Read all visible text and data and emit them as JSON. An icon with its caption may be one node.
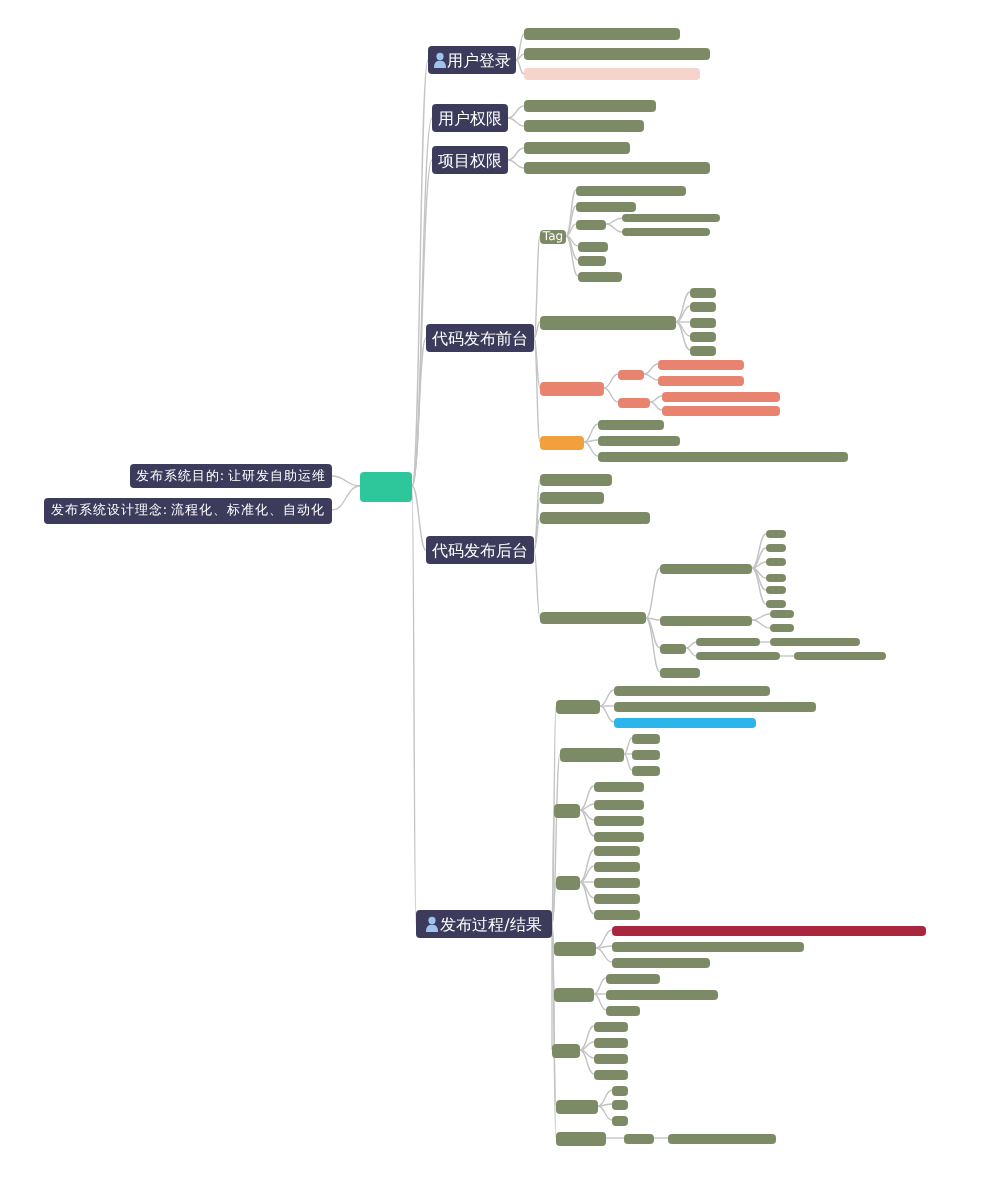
{
  "diagram": {
    "nodes": [
      {
        "text": [],
        "shape": "box"
      },
      {
        "text": [
          "发布系统目的: 让研发自助运维"
        ]
      },
      {
        "text": [
          "发布系统设计理念: 流程化、标准化、自动化"
        ]
      },
      {
        "text": [
          "用户登录"
        ]
      },
      {
        "text": [],
        "shape": "box"
      },
      {
        "text": [],
        "shape": "box"
      },
      {
        "text": [],
        "shape": "box"
      },
      {
        "text": [
          "用户权限"
        ]
      },
      {
        "text": [],
        "shape": "box"
      },
      {
        "text": [],
        "shape": "box"
      },
      {
        "text": [
          "项目权限"
        ]
      },
      {
        "text": [],
        "shape": "box"
      },
      {
        "text": [],
        "shape": "box"
      },
      {
        "text": [
          "代码发布前台"
        ]
      },
      {
        "text": [
          "Tag"
        ]
      },
      {
        "text": [],
        "shape": "box"
      },
      {
        "text": [],
        "shape": "box"
      },
      {
        "text": [],
        "shape": "box"
      },
      {
        "text": [],
        "shape": "box"
      },
      {
        "text": [],
        "shape": "box"
      },
      {
        "text": [],
        "shape": "box"
      },
      {
        "text": [],
        "shape": "box"
      },
      {
        "text": [],
        "shape": "box"
      },
      {
        "text": [],
        "shape": "box"
      },
      {
        "text": [],
        "shape": "box"
      },
      {
        "text": [],
        "shape": "box"
      },
      {
        "text": [],
        "shape": "box"
      },
      {
        "text": [],
        "shape": "box"
      },
      {
        "text": [],
        "shape": "box"
      },
      {
        "text": [],
        "shape": "box"
      },
      {
        "text": [],
        "shape": "box"
      },
      {
        "text": [],
        "shape": "box"
      },
      {
        "text": [],
        "shape": "box"
      },
      {
        "text": [],
        "shape": "box"
      },
      {
        "text": [],
        "shape": "box"
      },
      {
        "text": [],
        "shape": "box"
      },
      {
        "text": [],
        "shape": "box"
      },
      {
        "text": [],
        "shape": "box"
      },
      {
        "text": [],
        "shape": "box"
      },
      {
        "text": [],
        "shape": "box"
      },
      {
        "text": [
          "代码发布后台"
        ]
      },
      {
        "text": [],
        "shape": "box"
      },
      {
        "text": [],
        "shape": "box"
      },
      {
        "text": [],
        "shape": "box"
      },
      {
        "text": [],
        "shape": "box"
      },
      {
        "text": [],
        "shape": "box"
      },
      {
        "text": [],
        "shape": "box"
      },
      {
        "text": [],
        "shape": "box"
      },
      {
        "text": [],
        "shape": "box"
      },
      {
        "text": [],
        "shape": "box"
      },
      {
        "text": [],
        "shape": "box"
      },
      {
        "text": [],
        "shape": "box"
      },
      {
        "text": [],
        "shape": "box"
      },
      {
        "text": [],
        "shape": "box"
      },
      {
        "text": [],
        "shape": "box"
      },
      {
        "text": [],
        "shape": "box"
      },
      {
        "text": [],
        "shape": "box"
      },
      {
        "text": [],
        "shape": "box"
      },
      {
        "text": [],
        "shape": "box"
      },
      {
        "text": [],
        "shape": "box"
      },
      {
        "text": [],
        "shape": "box"
      },
      {
        "text": [
          "发布过程/结果"
        ]
      },
      {
        "text": [],
        "shape": "box"
      },
      {
        "text": [],
        "shape": "box"
      },
      {
        "text": [],
        "shape": "box"
      },
      {
        "text": [],
        "shape": "box"
      },
      {
        "text": [],
        "shape": "box"
      },
      {
        "text": [],
        "shape": "box"
      },
      {
        "text": [],
        "shape": "box"
      },
      {
        "text": [],
        "shape": "box"
      },
      {
        "text": [],
        "shape": "box"
      },
      {
        "text": [],
        "shape": "box"
      },
      {
        "text": [],
        "shape": "box"
      },
      {
        "text": [],
        "shape": "box"
      },
      {
        "text": [],
        "shape": "box"
      },
      {
        "text": [],
        "shape": "box"
      },
      {
        "text": [],
        "shape": "box"
      },
      {
        "text": [],
        "shape": "box"
      },
      {
        "text": [],
        "shape": "box"
      },
      {
        "text": [],
        "shape": "box"
      },
      {
        "text": [],
        "shape": "box"
      },
      {
        "text": [],
        "shape": "box"
      },
      {
        "text": [],
        "shape": "box"
      },
      {
        "text": [],
        "shape": "box"
      },
      {
        "text": [],
        "shape": "box"
      },
      {
        "text": [],
        "shape": "box"
      },
      {
        "text": [],
        "shape": "box"
      },
      {
        "text": [],
        "shape": "box"
      },
      {
        "text": [],
        "shape": "box"
      },
      {
        "text": [],
        "shape": "box"
      },
      {
        "text": [],
        "shape": "box"
      },
      {
        "text": [],
        "shape": "box"
      },
      {
        "text": [],
        "shape": "box"
      },
      {
        "text": [],
        "shape": "box"
      },
      {
        "text": [],
        "shape": "box"
      },
      {
        "text": [],
        "shape": "box"
      },
      {
        "text": [],
        "shape": "box"
      },
      {
        "text": [],
        "shape": "box"
      },
      {
        "text": [],
        "shape": "box"
      },
      {
        "text": [],
        "shape": "box"
      },
      {
        "text": [],
        "shape": "box"
      }
    ],
    "edges": [
      {
        "from": 0,
        "to": 1,
        "arrow": "none"
      },
      {
        "from": 0,
        "to": 2,
        "arrow": "none"
      },
      {
        "from": 0,
        "to": 3,
        "arrow": "none"
      },
      {
        "from": 0,
        "to": 7,
        "arrow": "none"
      },
      {
        "from": 0,
        "to": 10,
        "arrow": "none"
      },
      {
        "from": 0,
        "to": 13,
        "arrow": "none"
      },
      {
        "from": 0,
        "to": 40,
        "arrow": "none"
      },
      {
        "from": 0,
        "to": 61,
        "arrow": "none"
      },
      {
        "from": 3,
        "to": 4,
        "arrow": "none"
      },
      {
        "from": 3,
        "to": 5,
        "arrow": "none"
      },
      {
        "from": 3,
        "to": 6,
        "arrow": "none"
      },
      {
        "from": 7,
        "to": 8,
        "arrow": "none"
      },
      {
        "from": 7,
        "to": 9,
        "arrow": "none"
      },
      {
        "from": 10,
        "to": 11,
        "arrow": "none"
      },
      {
        "from": 10,
        "to": 12,
        "arrow": "none"
      },
      {
        "from": 13,
        "to": 14,
        "arrow": "none"
      },
      {
        "from": 13,
        "to": 23,
        "arrow": "none"
      },
      {
        "from": 13,
        "to": 29,
        "arrow": "none"
      },
      {
        "from": 13,
        "to": 36,
        "arrow": "none"
      },
      {
        "from": 14,
        "to": 15,
        "arrow": "none"
      },
      {
        "from": 14,
        "to": 16,
        "arrow": "none"
      },
      {
        "from": 14,
        "to": 17,
        "arrow": "none"
      },
      {
        "from": 14,
        "to": 20,
        "arrow": "none"
      },
      {
        "from": 14,
        "to": 21,
        "arrow": "none"
      },
      {
        "from": 14,
        "to": 22,
        "arrow": "none"
      },
      {
        "from": 17,
        "to": 18,
        "arrow": "none"
      },
      {
        "from": 17,
        "to": 19,
        "arrow": "none"
      },
      {
        "from": 23,
        "to": 24,
        "arrow": "none"
      },
      {
        "from": 23,
        "to": 25,
        "arrow": "none"
      },
      {
        "from": 23,
        "to": 26,
        "arrow": "none"
      },
      {
        "from": 23,
        "to": 27,
        "arrow": "none"
      },
      {
        "from": 23,
        "to": 28,
        "arrow": "none"
      },
      {
        "from": 29,
        "to": 30,
        "arrow": "none"
      },
      {
        "from": 29,
        "to": 33,
        "arrow": "none"
      },
      {
        "from": 30,
        "to": 31,
        "arrow": "none"
      },
      {
        "from": 30,
        "to": 32,
        "arrow": "none"
      },
      {
        "from": 33,
        "to": 34,
        "arrow": "none"
      },
      {
        "from": 33,
        "to": 35,
        "arrow": "none"
      },
      {
        "from": 36,
        "to": 37,
        "arrow": "none"
      },
      {
        "from": 36,
        "to": 38,
        "arrow": "none"
      },
      {
        "from": 36,
        "to": 39,
        "arrow": "none"
      },
      {
        "from": 40,
        "to": 41,
        "arrow": "none"
      },
      {
        "from": 40,
        "to": 42,
        "arrow": "none"
      },
      {
        "from": 40,
        "to": 43,
        "arrow": "none"
      },
      {
        "from": 40,
        "to": 44,
        "arrow": "none"
      },
      {
        "from": 44,
        "to": 45,
        "arrow": "none"
      },
      {
        "from": 44,
        "to": 52,
        "arrow": "none"
      },
      {
        "from": 44,
        "to": 55,
        "arrow": "none"
      },
      {
        "from": 44,
        "to": 60,
        "arrow": "none"
      },
      {
        "from": 45,
        "to": 46,
        "arrow": "none"
      },
      {
        "from": 45,
        "to": 47,
        "arrow": "none"
      },
      {
        "from": 45,
        "to": 48,
        "arrow": "none"
      },
      {
        "from": 45,
        "to": 49,
        "arrow": "none"
      },
      {
        "from": 45,
        "to": 50,
        "arrow": "none"
      },
      {
        "from": 45,
        "to": 51,
        "arrow": "none"
      },
      {
        "from": 52,
        "to": 53,
        "arrow": "none"
      },
      {
        "from": 52,
        "to": 54,
        "arrow": "none"
      },
      {
        "from": 55,
        "to": 56,
        "arrow": "none"
      },
      {
        "from": 55,
        "to": 58,
        "arrow": "none"
      },
      {
        "from": 56,
        "to": 57,
        "arrow": "none"
      },
      {
        "from": 58,
        "to": 59,
        "arrow": "none"
      },
      {
        "from": 61,
        "to": 62,
        "arrow": "none"
      },
      {
        "from": 61,
        "to": 66,
        "arrow": "none"
      },
      {
        "from": 61,
        "to": 70,
        "arrow": "none"
      },
      {
        "from": 61,
        "to": 75,
        "arrow": "none"
      },
      {
        "from": 61,
        "to": 81,
        "arrow": "none"
      },
      {
        "from": 61,
        "to": 85,
        "arrow": "none"
      },
      {
        "from": 61,
        "to": 89,
        "arrow": "none"
      },
      {
        "from": 61,
        "to": 94,
        "arrow": "none"
      },
      {
        "from": 61,
        "to": 98,
        "arrow": "none"
      },
      {
        "from": 62,
        "to": 63,
        "arrow": "none"
      },
      {
        "from": 62,
        "to": 64,
        "arrow": "none"
      },
      {
        "from": 62,
        "to": 65,
        "arrow": "none"
      },
      {
        "from": 66,
        "to": 67,
        "arrow": "none"
      },
      {
        "from": 66,
        "to": 68,
        "arrow": "none"
      },
      {
        "from": 66,
        "to": 69,
        "arrow": "none"
      },
      {
        "from": 70,
        "to": 71,
        "arrow": "none"
      },
      {
        "from": 70,
        "to": 72,
        "arrow": "none"
      },
      {
        "from": 70,
        "to": 73,
        "arrow": "none"
      },
      {
        "from": 70,
        "to": 74,
        "arrow": "none"
      },
      {
        "from": 75,
        "to": 76,
        "arrow": "none"
      },
      {
        "from": 75,
        "to": 77,
        "arrow": "none"
      },
      {
        "from": 75,
        "to": 78,
        "arrow": "none"
      },
      {
        "from": 75,
        "to": 79,
        "arrow": "none"
      },
      {
        "from": 75,
        "to": 80,
        "arrow": "none"
      },
      {
        "from": 81,
        "to": 82,
        "arrow": "none"
      },
      {
        "from": 81,
        "to": 83,
        "arrow": "none"
      },
      {
        "from": 81,
        "to": 84,
        "arrow": "none"
      },
      {
        "from": 85,
        "to": 86,
        "arrow": "none"
      },
      {
        "from": 85,
        "to": 87,
        "arrow": "none"
      },
      {
        "from": 85,
        "to": 88,
        "arrow": "none"
      },
      {
        "from": 89,
        "to": 90,
        "arrow": "none"
      },
      {
        "from": 89,
        "to": 91,
        "arrow": "none"
      },
      {
        "from": 89,
        "to": 92,
        "arrow": "none"
      },
      {
        "from": 89,
        "to": 93,
        "arrow": "none"
      },
      {
        "from": 94,
        "to": 95,
        "arrow": "none"
      },
      {
        "from": 94,
        "to": 96,
        "arrow": "none"
      },
      {
        "from": 94,
        "to": 97,
        "arrow": "none"
      },
      {
        "from": 98,
        "to": 99,
        "arrow": "none"
      },
      {
        "from": 99,
        "to": 100,
        "arrow": "none"
      }
    ]
  }
}
